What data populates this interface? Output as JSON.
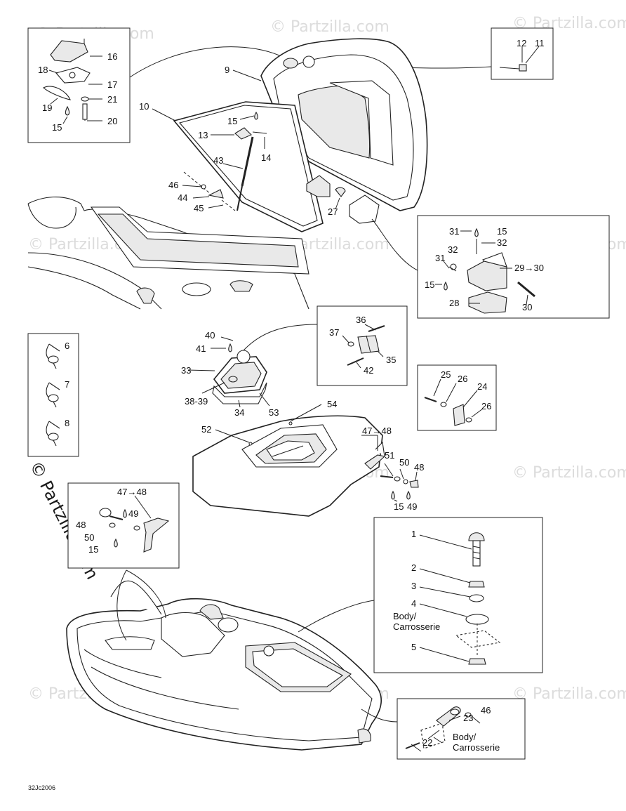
{
  "watermark": "© Partzilla.com",
  "watermark_large": "© Partzilla.com",
  "footer_code": "32Jc2006",
  "body_label_line1": "Body/",
  "body_label_line2": "Carrosserie",
  "labels": {
    "l1": "1",
    "l2": "2",
    "l3": "3",
    "l4": "4",
    "l5": "5",
    "l6": "6",
    "l7": "7",
    "l8": "8",
    "l9": "9",
    "l10": "10",
    "l11": "11",
    "l12": "12",
    "l13": "13",
    "l14": "14",
    "l15a": "15",
    "l15b": "15",
    "l15c": "15",
    "l15d": "15",
    "l15e": "15",
    "l15f": "15",
    "l16": "16",
    "l17": "17",
    "l18": "18",
    "l19": "19",
    "l20": "20",
    "l21": "21",
    "l22": "22",
    "l23": "23",
    "l24": "24",
    "l25": "25",
    "l26a": "26",
    "l26b": "26",
    "l27": "27",
    "l28": "28",
    "l2930": "29→30",
    "l30": "30",
    "l31a": "31",
    "l31b": "31",
    "l32a": "32",
    "l32b": "32",
    "l33": "33",
    "l34": "34",
    "l35": "35",
    "l36": "36",
    "l37": "37",
    "l3839": "38-39",
    "l40": "40",
    "l41": "41",
    "l42": "42",
    "l43": "43",
    "l44": "44",
    "l45": "45",
    "l46a": "46",
    "l46b": "46",
    "l4748a": "47→48",
    "l4748b": "47→48",
    "l48a": "48",
    "l48b": "48",
    "l49a": "49",
    "l49b": "49",
    "l50a": "50",
    "l50b": "50",
    "l51": "51",
    "l52": "52",
    "l53": "53",
    "l54": "54"
  }
}
